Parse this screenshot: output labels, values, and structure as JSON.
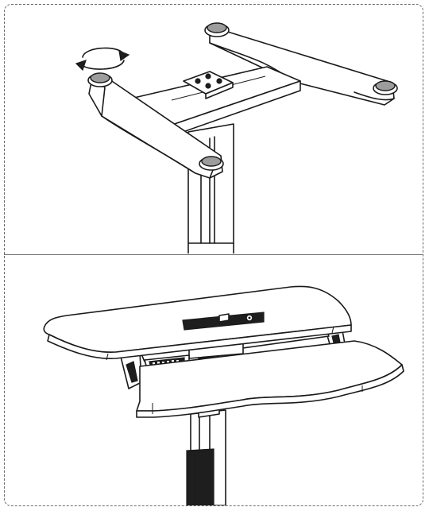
{
  "steps": [
    {
      "id": 1,
      "subject": "leg-base-assembly",
      "action": "rotate-foot-pad"
    },
    {
      "id": 2,
      "subject": "assembled-standing-desk-converter"
    }
  ],
  "icons": {
    "rotation": "rotate-arrows-icon",
    "foot_pad": "foot-pad-icon",
    "control_panel": "control-keypad-icon"
  },
  "colors": {
    "line": "#1a1a1a",
    "frame": "#6b6b6b",
    "foot_pad_fill": "#9c9c9c",
    "dark_part": "#1e1e1e",
    "background": "#ffffff"
  }
}
